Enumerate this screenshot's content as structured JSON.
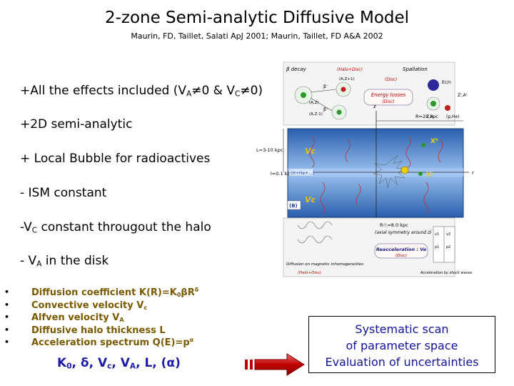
{
  "slide": {
    "title": "2-zone Semi-analytic Diffusive Model",
    "subtitle": "Maurin, FD, Taillet, Salati ApJ 2001; Maurin, Taillet, FD A&A 2002"
  },
  "bullets": {
    "effects_prefix": "+All the effects included (V",
    "effects_sub1": "A",
    "effects_mid": "≠0 & V",
    "effects_sub2": "C",
    "effects_suffix": "≠0)",
    "semi_analytic": "+2D semi-analytic",
    "local_bubble": "+ Local Bubble for radioactives",
    "ism": "- ISM constant",
    "vc_prefix": "-V",
    "vc_sub": "C",
    "vc_suffix": " constant througout the halo",
    "va_prefix": "- V",
    "va_sub": "A",
    "va_suffix": " in the disk"
  },
  "parameters": {
    "bullet_char": "•",
    "diffusion_prefix": "Diffusion coefficient K(R)=K",
    "diffusion_sub": "0",
    "diffusion_mid": "βR",
    "diffusion_sup": "δ",
    "convective_prefix": "Convective velocity V",
    "convective_sub": "c",
    "alfven_prefix": "Alfven velocity V",
    "alfven_sub": "A",
    "halo": "Diffusive halo thickness L",
    "acceleration_prefix": "Acceleration spectrum Q(E)=p",
    "acceleration_sup": "α"
  },
  "symbols": {
    "k": "K",
    "k_sub": "0",
    "rest1": ", δ, V",
    "vc_sub": "c",
    "rest2": ", V",
    "va_sub": "A",
    "rest3": ", L, (α)"
  },
  "conclusion": {
    "line1": "Systematic scan",
    "line2": "of parameter space",
    "line3": "Evaluation of uncertainties"
  },
  "diagram": {
    "beta_decay": "β decay",
    "spallation": "Spallation",
    "disc_tl": "(Halo+Disc)",
    "disc_tr": "(Disc)",
    "energy_losses": "Energy losses",
    "energy_losses_sub": "(Disc)",
    "r20": "R=20 kpc",
    "z": "z",
    "r": "r",
    "l_halo": "L=3-10 kpc",
    "l_disk": "l=0.1 kpc",
    "vc_top": "Vc",
    "vc_bot": "Vc",
    "b_label": "(B)",
    "hh": "(H+He+...)",
    "rsun": "R☉=8.0 kpc",
    "axial": "(axial symmetry around z)",
    "reacc": "Reacceleration : Va",
    "reacc_sub": "(Disc)",
    "diff_magnetic": "Diffusion on magnetic inhomogeneities",
    "halo_disc_bottom": "(Halo+Disc)",
    "acc_shock": "Acceleration by shock waves",
    "az": "(A,Z)",
    "az1": "(A,Z+1)",
    "az1b": "(A,Z-1)",
    "ec": "Ec/n",
    "zpap": "Z',A'",
    "za": "Z,A",
    "phe": "(p,He)",
    "xk": "Xᵏ",
    "xj": "Xʲ",
    "beta_minus": "β⁻",
    "beta_plus": "β⁺",
    "p1": "p1",
    "p2": "p2",
    "v1": "v1",
    "v2": "v2"
  }
}
